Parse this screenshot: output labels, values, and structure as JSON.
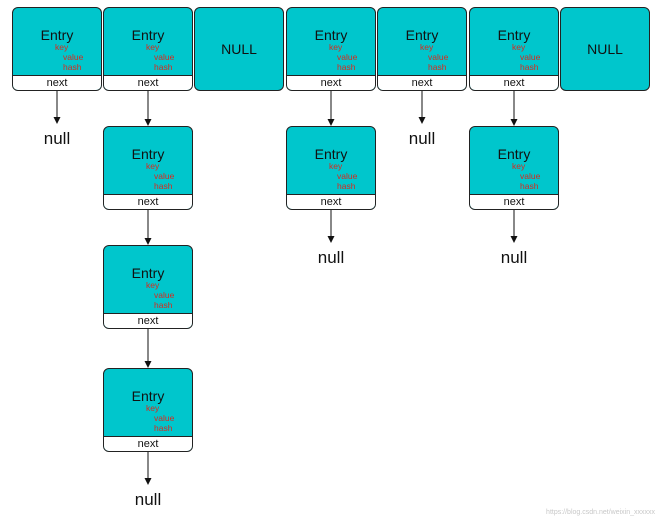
{
  "entry": {
    "title": "Entry",
    "field_key": "key",
    "field_value": "value",
    "field_hash": "hash",
    "next_label": "next"
  },
  "null_bucket_label": "NULL",
  "null_terminal_label": "null",
  "watermark": "https://blog.csdn.net/weixin_xxxxxx",
  "colors": {
    "cell_fill": "#00c6cc",
    "field_text": "#d62a1e",
    "border": "#222222"
  },
  "buckets": [
    {
      "kind": "chain",
      "length": 1
    },
    {
      "kind": "chain",
      "length": 4
    },
    {
      "kind": "null"
    },
    {
      "kind": "chain",
      "length": 2
    },
    {
      "kind": "chain",
      "length": 1
    },
    {
      "kind": "chain",
      "length": 2
    },
    {
      "kind": "null"
    }
  ]
}
